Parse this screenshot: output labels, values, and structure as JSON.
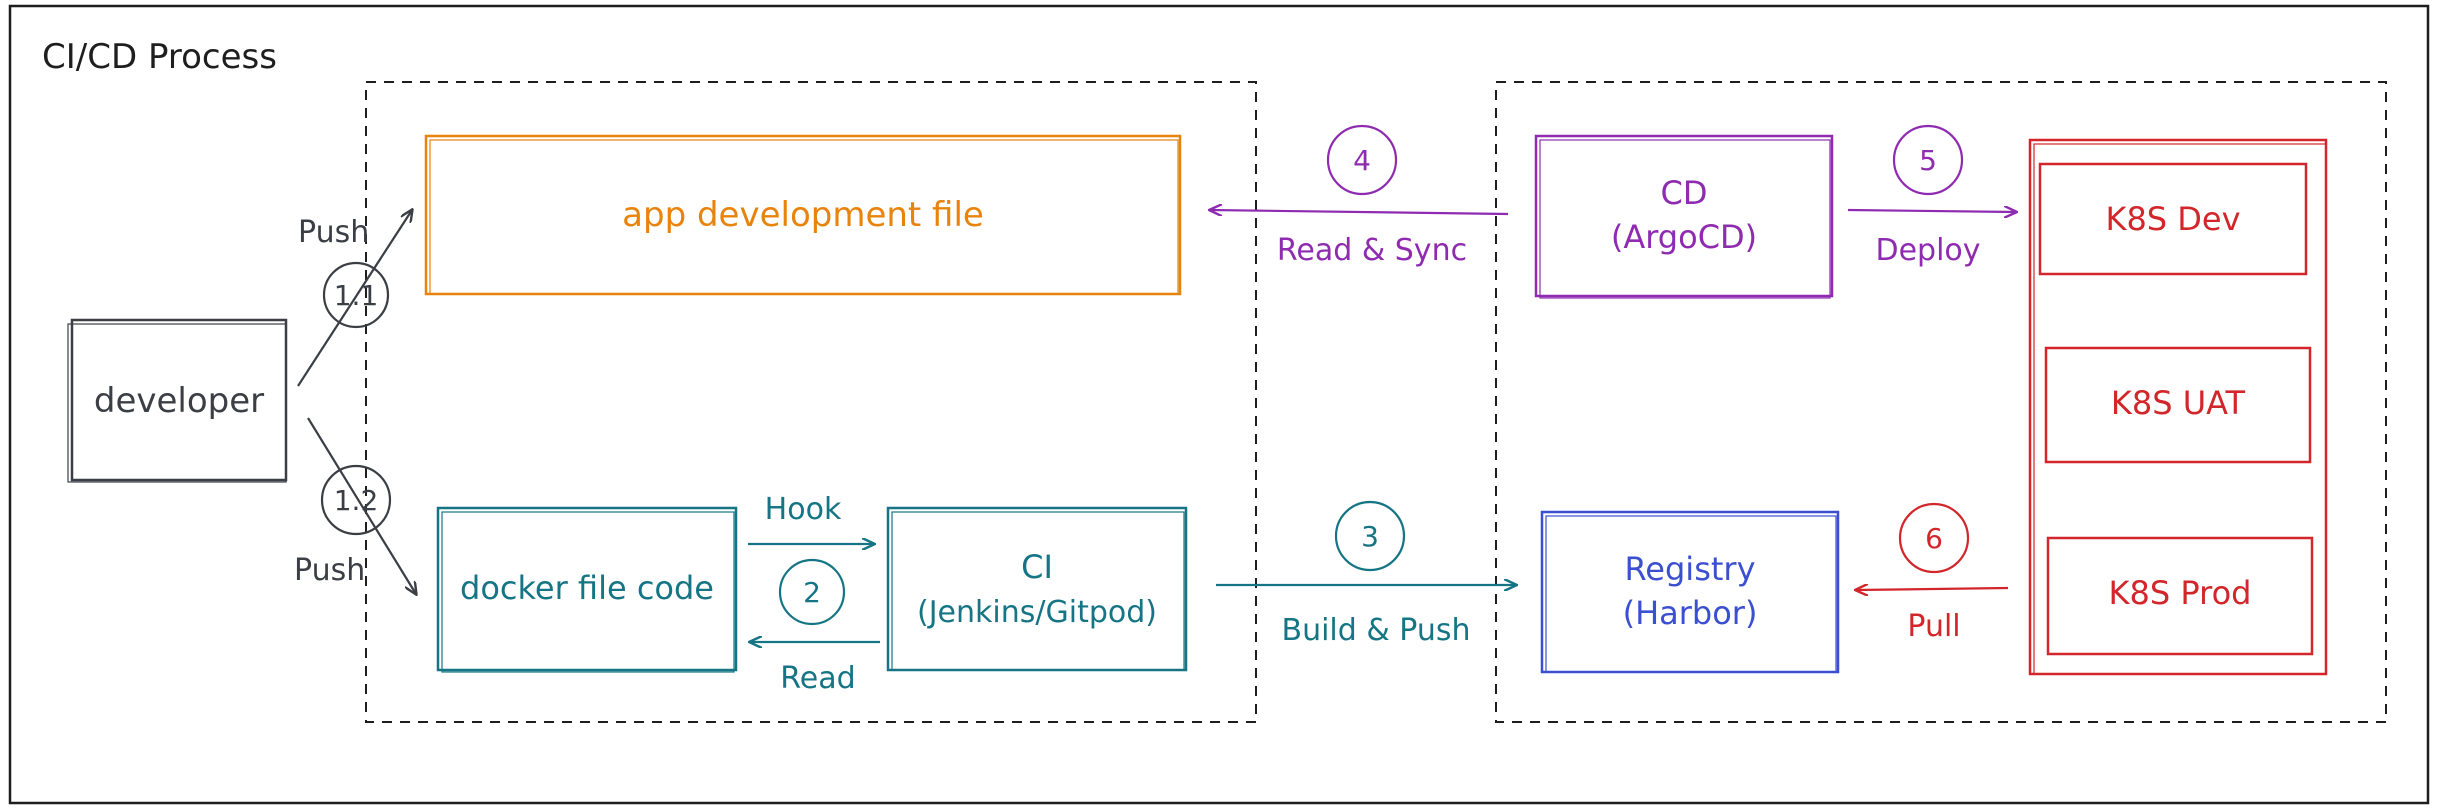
{
  "title": "CI/CD Process",
  "colors": {
    "dark": "#3b3f45",
    "orange": "#e8830c",
    "teal": "#167585",
    "purple": "#8e2bb0",
    "blue": "#3b4fd1",
    "red": "#d2262b"
  },
  "nodes": {
    "developer": "developer",
    "app_dev_file": "app development file",
    "docker_file_code": "docker file code",
    "ci_line1": "CI",
    "ci_line2": "(Jenkins/Gitpod)",
    "cd_line1": "CD",
    "cd_line2": "(ArgoCD)",
    "registry_line1": "Registry",
    "registry_line2": "(Harbor)",
    "k8s_dev": "K8S Dev",
    "k8s_uat": "K8S UAT",
    "k8s_prod": "K8S Prod"
  },
  "edges": {
    "push_top": "Push",
    "push_bottom": "Push",
    "hook": "Hook",
    "read": "Read",
    "read_sync": "Read & Sync",
    "deploy": "Deploy",
    "build_push": "Build & Push",
    "pull": "Pull"
  },
  "steps": {
    "s1_1": "1.1",
    "s1_2": "1.2",
    "s2": "2",
    "s3": "3",
    "s4": "4",
    "s5": "5",
    "s6": "6"
  }
}
